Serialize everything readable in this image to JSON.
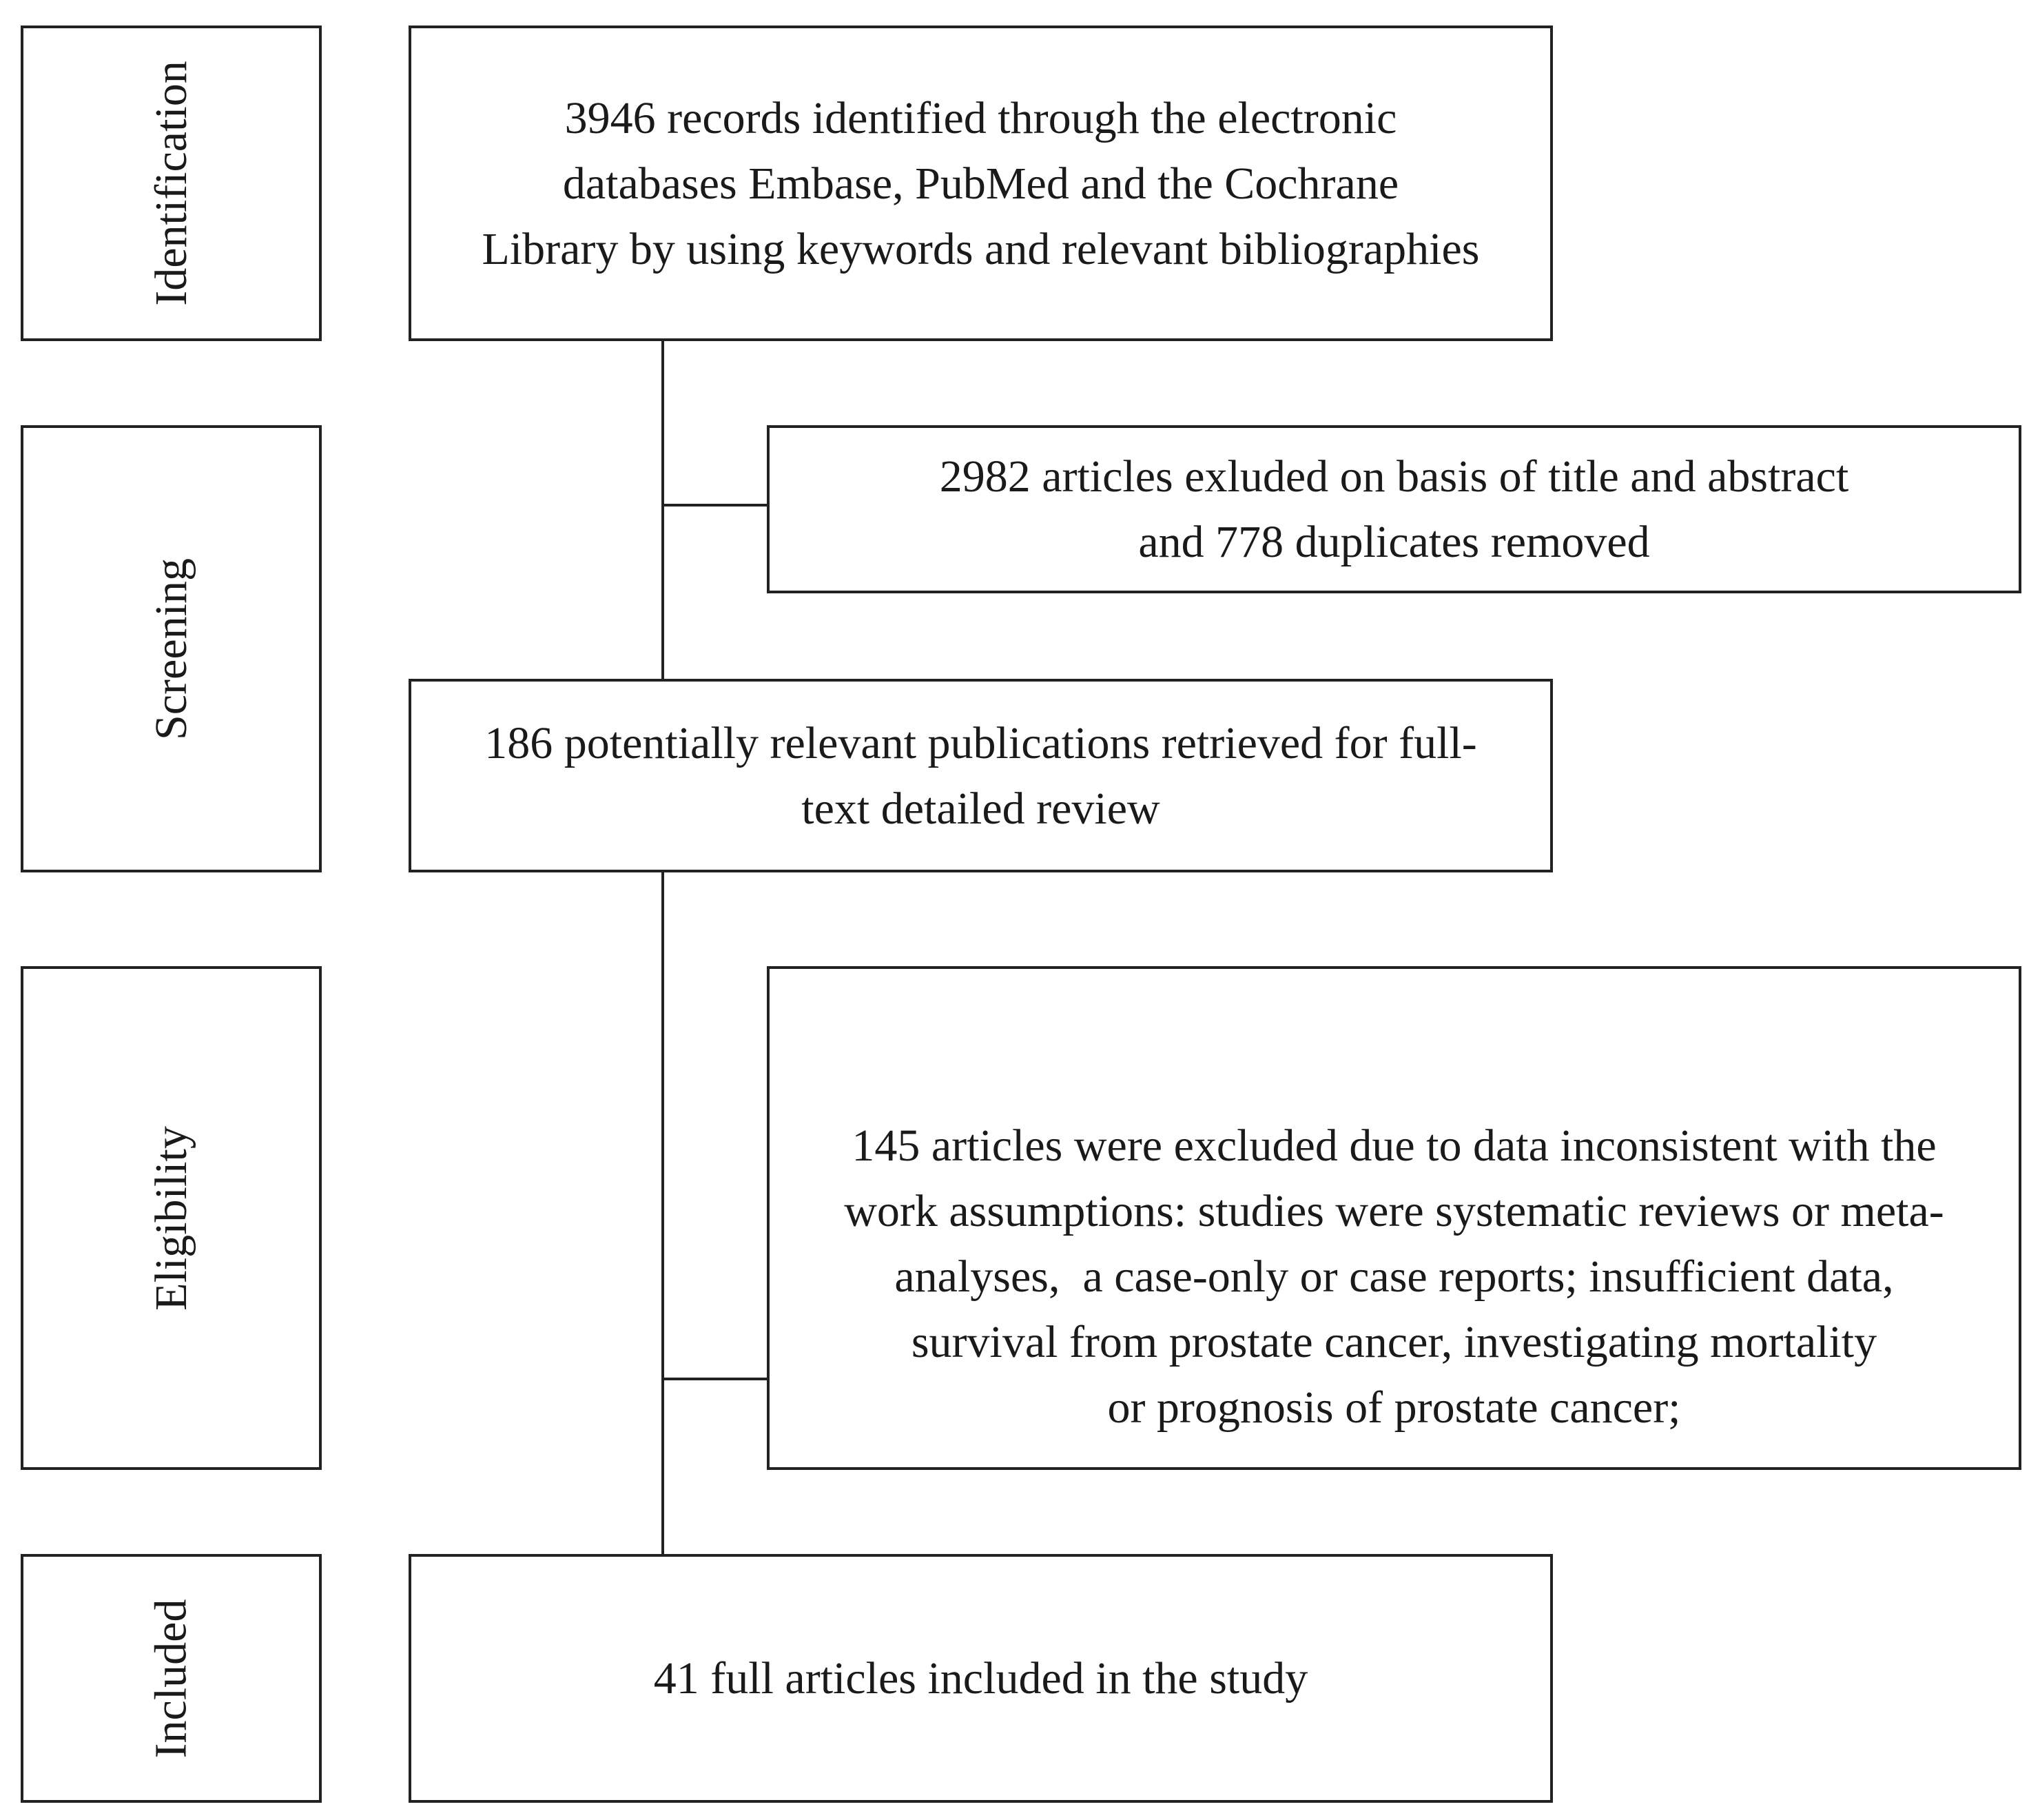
{
  "stages": [
    {
      "key": "identification",
      "label": "Identification"
    },
    {
      "key": "screening",
      "label": "Screening"
    },
    {
      "key": "eligibility",
      "label": "Eligibility"
    },
    {
      "key": "included",
      "label": "Included"
    }
  ],
  "boxes": {
    "identified": {
      "lines": [
        "3946 records identified through the electronic",
        "databases Embase, PubMed and the Cochrane",
        "Library by using keywords and relevant bibliographies"
      ]
    },
    "screen_excluded": {
      "lines": [
        "2982 articles exluded on basis of title and abstract",
        "and 778 duplicates removed"
      ]
    },
    "retrieved": {
      "lines": [
        "186 potentially relevant publications retrieved for full-",
        "text detailed review"
      ]
    },
    "eligibility_excluded": {
      "lines": [
        "145 articles were excluded due to data inconsistent with the",
        "work assumptions: studies were systematic reviews or meta-",
        "analyses,  a case-only or case reports; insufficient data,",
        "survival from prostate cancer, investigating mortality",
        "or prognosis of prostate cancer;"
      ]
    },
    "included": {
      "lines": [
        "41 full articles included in the study"
      ]
    }
  }
}
